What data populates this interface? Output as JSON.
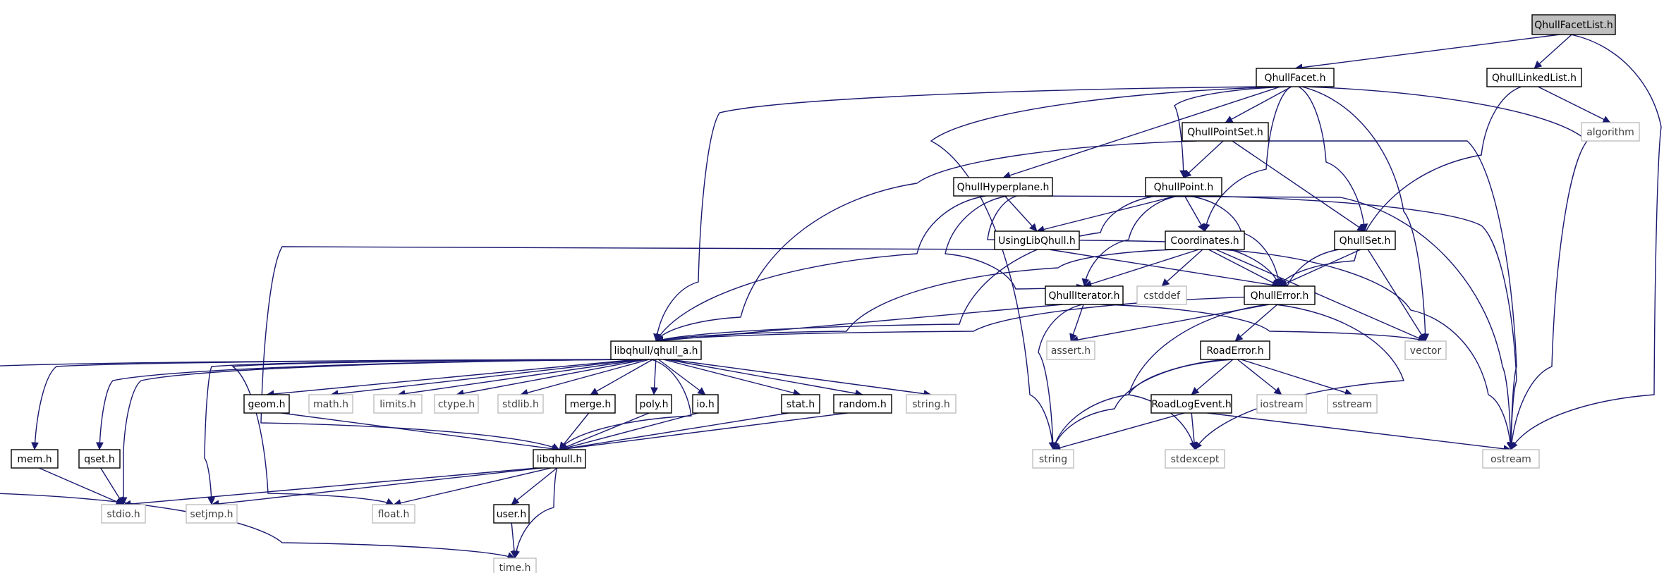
{
  "colors": {
    "edge": "#191970",
    "node_border": "#000000",
    "system_header_border": "#bfbfbf",
    "root_fill": "#bfbfbf",
    "background": "#ffffff"
  },
  "nodes": {
    "n_root": "QhullFacetList.h",
    "n_facet": "QhullFacet.h",
    "n_linkedlist": "QhullLinkedList.h",
    "n_algorithm": "algorithm",
    "n_pointset": "QhullPointSet.h",
    "n_hyperplane": "QhullHyperplane.h",
    "n_point": "QhullPoint.h",
    "n_usinglib": "UsingLibQhull.h",
    "n_coords": "Coordinates.h",
    "n_set": "QhullSet.h",
    "n_iterator": "QhullIterator.h",
    "n_cstddef": "cstddef",
    "n_error": "QhullError.h",
    "n_qhulla": "libqhull/qhull_a.h",
    "n_assert": "assert.h",
    "n_vector": "vector",
    "n_roaderror": "RoadError.h",
    "n_geom": "geom.h",
    "n_math": "math.h",
    "n_limits": "limits.h",
    "n_ctype": "ctype.h",
    "n_stdlib": "stdlib.h",
    "n_merge": "merge.h",
    "n_poly": "poly.h",
    "n_io": "io.h",
    "n_stat": "stat.h",
    "n_random": "random.h",
    "n_stringh": "string.h",
    "n_iostream": "iostream",
    "n_sstream": "sstream",
    "n_roadlog": "RoadLogEvent.h",
    "n_mem": "mem.h",
    "n_qset": "qset.h",
    "n_libqhull": "libqhull.h",
    "n_string": "string",
    "n_stdexcept": "stdexcept",
    "n_ostream": "ostream",
    "n_stdio": "stdio.h",
    "n_setjmp": "setjmp.h",
    "n_float": "float.h",
    "n_user": "user.h",
    "n_time": "time.h"
  }
}
